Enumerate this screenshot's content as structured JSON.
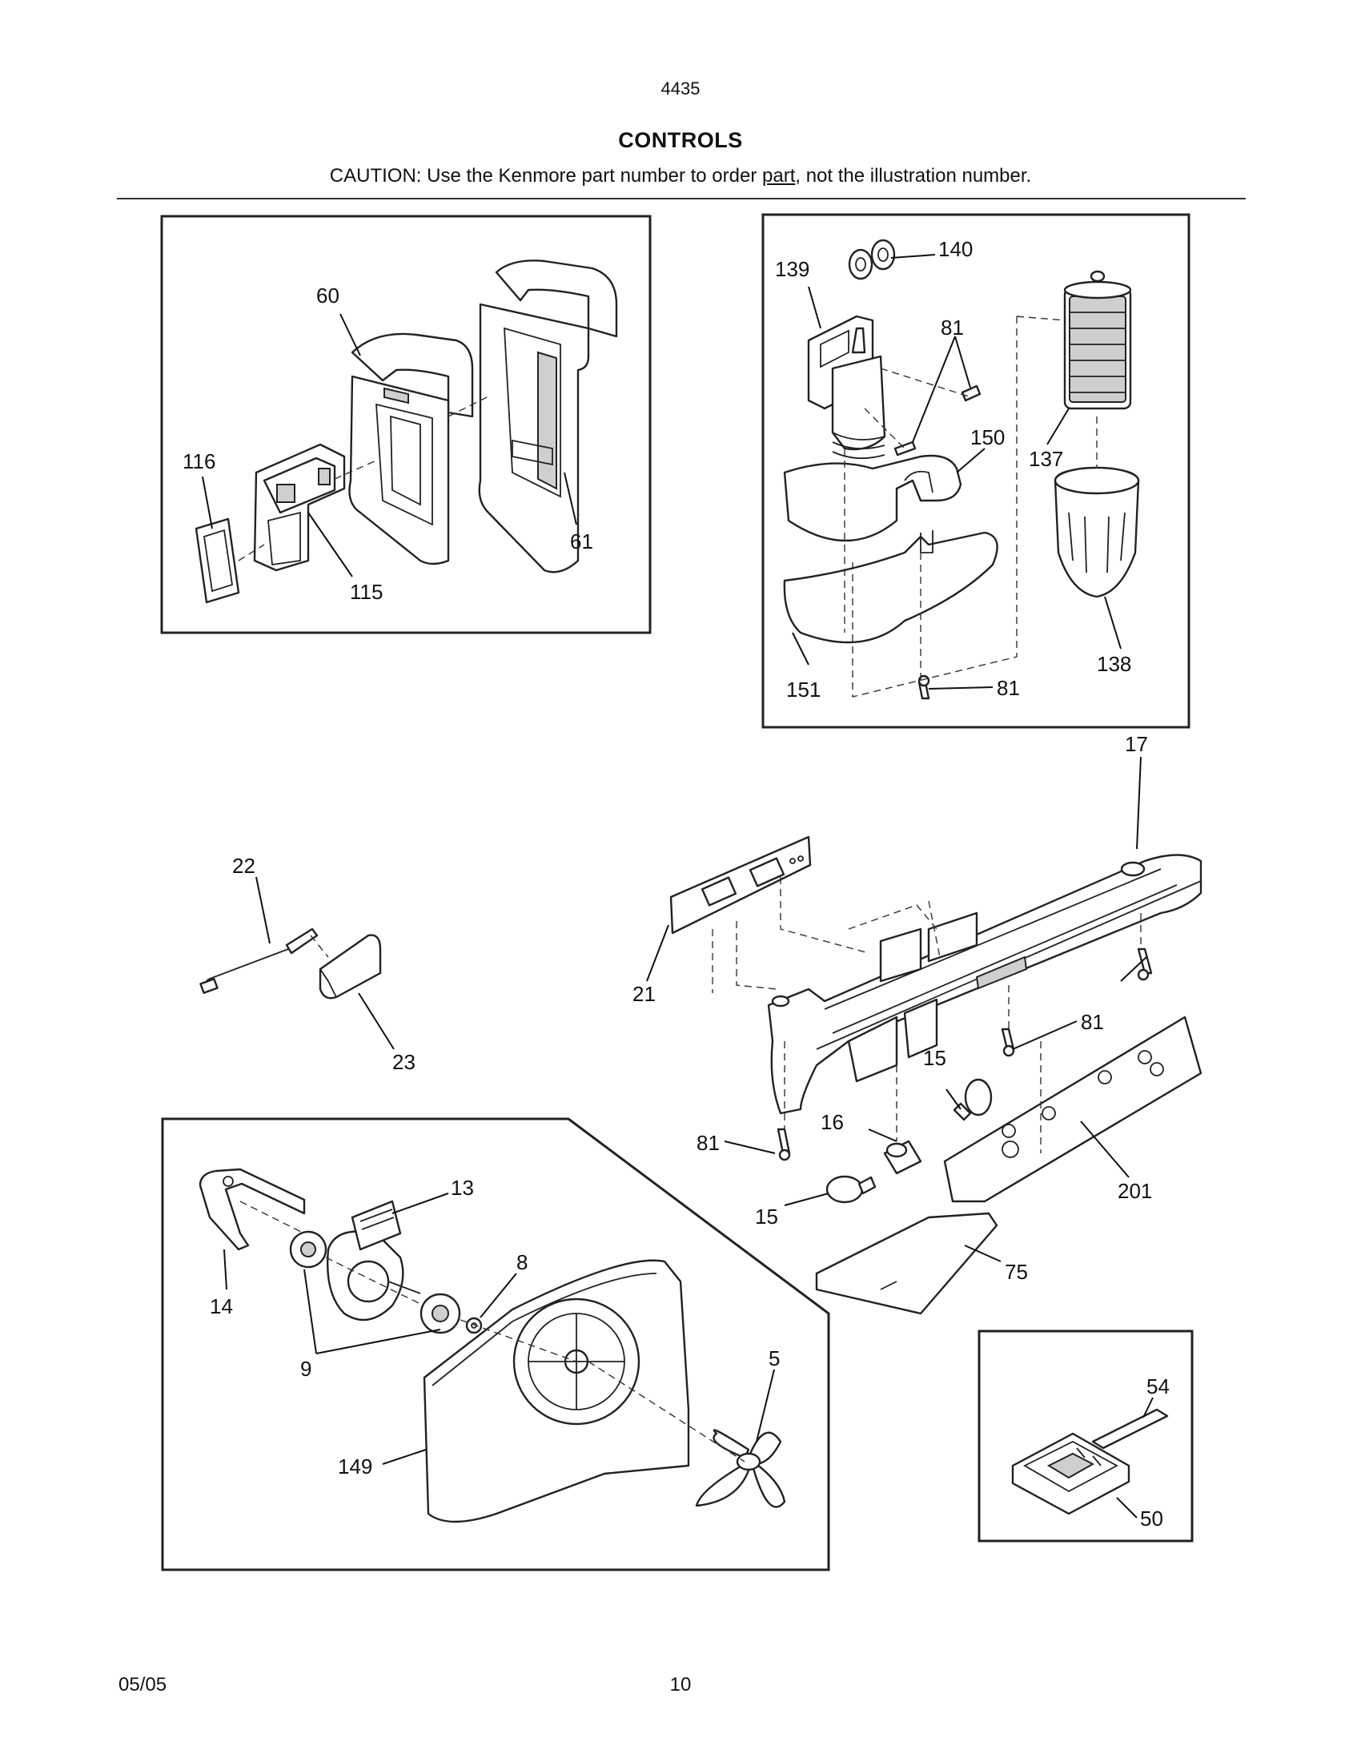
{
  "header": {
    "model_number": "4435",
    "section_title": "CONTROLS",
    "caution_prefix": "CAUTION: Use the Kenmore part number to order ",
    "caution_underlined": "part",
    "caution_suffix": ", not the illustration number."
  },
  "footer": {
    "date": "05/05",
    "page_number": "10"
  },
  "callouts": {
    "c60": "60",
    "c61": "61",
    "c116": "116",
    "c115": "115",
    "c139": "139",
    "c140": "140",
    "c81a": "81",
    "c150": "150",
    "c137": "137",
    "c151": "151",
    "c81b": "81",
    "c138": "138",
    "c17": "17",
    "c22": "22",
    "c21": "21",
    "c23": "23",
    "c81c": "81",
    "c15a": "15",
    "c16": "16",
    "c81d": "81",
    "c15b": "15",
    "c201": "201",
    "c75": "75",
    "c13": "13",
    "c8": "8",
    "c14": "14",
    "c9": "9",
    "c5": "5",
    "c149": "149",
    "c54": "54",
    "c50": "50"
  }
}
